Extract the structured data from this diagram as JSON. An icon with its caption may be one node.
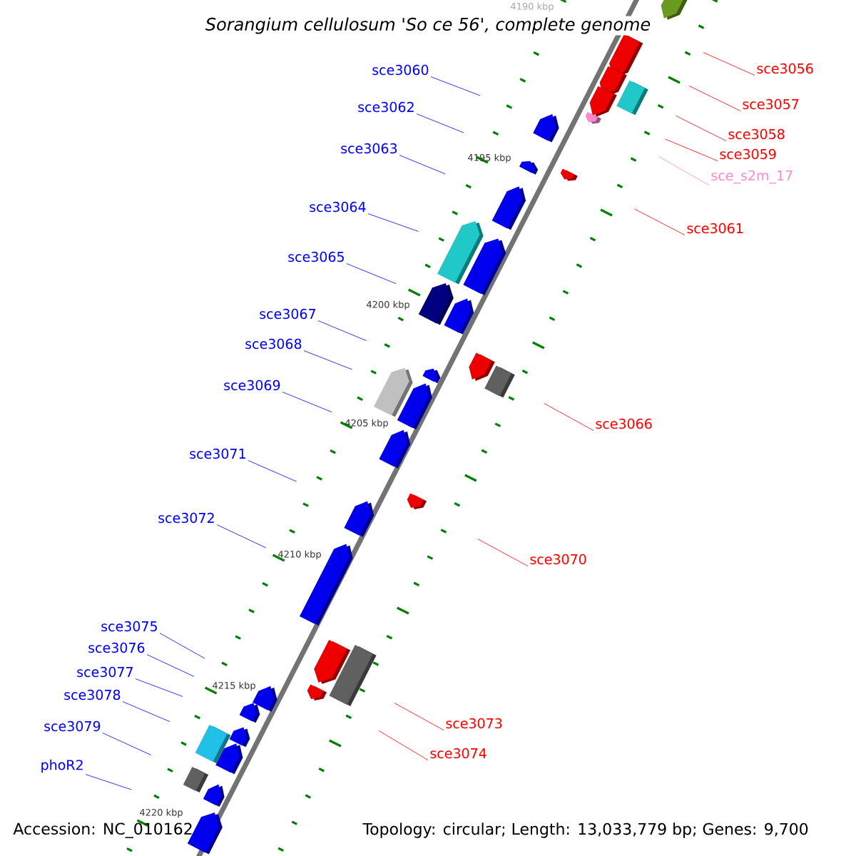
{
  "diagram": {
    "title": "Sorangium cellulosum 'So ce 56', complete genome",
    "nodes": [
      {
        "text": [
          "sce3056"
        ]
      },
      {
        "text": [
          "sce3060"
        ]
      },
      {
        "text": [
          "sce3057"
        ]
      },
      {
        "text": [
          "sce3062"
        ]
      },
      {
        "text": [
          "sce3058"
        ]
      },
      {
        "text": [
          "sce3059"
        ]
      },
      {
        "text": [
          "sce3063"
        ]
      },
      {
        "text": [
          "sce_s2m_17"
        ]
      },
      {
        "text": [
          "sce3064"
        ]
      },
      {
        "text": [
          "sce3061"
        ]
      },
      {
        "text": [
          "sce3065"
        ]
      },
      {
        "text": [
          "sce3067"
        ]
      },
      {
        "text": [
          "sce3068"
        ]
      },
      {
        "text": [
          "sce3069"
        ]
      },
      {
        "text": [
          "sce3066"
        ]
      },
      {
        "text": [
          "sce3071"
        ]
      },
      {
        "text": [
          "sce3072"
        ]
      },
      {
        "text": [
          "sce3070"
        ]
      },
      {
        "text": [
          "sce3075"
        ]
      },
      {
        "text": [
          "sce3076"
        ]
      },
      {
        "text": [
          "sce3077"
        ]
      },
      {
        "text": [
          "sce3078"
        ]
      },
      {
        "text": [
          "sce3073"
        ]
      },
      {
        "text": [
          "sce3079"
        ]
      },
      {
        "text": [
          "sce3074"
        ]
      },
      {
        "text": [
          "phoR2"
        ]
      }
    ],
    "edges": [
      {
        "from": 0,
        "to": null,
        "arrow": "none",
        "color": "#ff0000"
      },
      {
        "from": 1,
        "to": null,
        "arrow": "none"
      },
      {
        "from": 2,
        "to": null,
        "arrow": "none",
        "color": "#ff0000"
      },
      {
        "from": 3,
        "to": null,
        "arrow": "none"
      },
      {
        "from": 4,
        "to": null,
        "arrow": "none",
        "color": "#ff0000"
      },
      {
        "from": 5,
        "to": null,
        "arrow": "none",
        "color": "#ff0000"
      },
      {
        "from": 6,
        "to": null,
        "arrow": "none"
      },
      {
        "from": 7,
        "to": null,
        "arrow": "none",
        "color": "#ff88cc"
      },
      {
        "from": 8,
        "to": null,
        "arrow": "none"
      },
      {
        "from": 9,
        "to": null,
        "arrow": "none",
        "color": "#ff0000"
      },
      {
        "from": 10,
        "to": null,
        "arrow": "none"
      },
      {
        "from": 11,
        "to": null,
        "arrow": "none"
      },
      {
        "from": 12,
        "to": null,
        "arrow": "none"
      },
      {
        "from": 13,
        "to": null,
        "arrow": "none"
      },
      {
        "from": 14,
        "to": null,
        "arrow": "none",
        "color": "#ff0000"
      },
      {
        "from": 15,
        "to": null,
        "arrow": "none"
      },
      {
        "from": 16,
        "to": null,
        "arrow": "none"
      },
      {
        "from": 17,
        "to": null,
        "arrow": "none",
        "color": "#ff0000"
      },
      {
        "from": 18,
        "to": null,
        "arrow": "none"
      },
      {
        "from": 19,
        "to": null,
        "arrow": "none"
      },
      {
        "from": 20,
        "to": null,
        "arrow": "none"
      },
      {
        "from": 21,
        "to": null,
        "arrow": "none"
      },
      {
        "from": 22,
        "to": null,
        "arrow": "none",
        "color": "#ff0000"
      },
      {
        "from": 23,
        "to": null,
        "arrow": "none"
      },
      {
        "from": 24,
        "to": null,
        "arrow": "none",
        "color": "#ff0000"
      },
      {
        "from": 25,
        "to": null,
        "arrow": "none"
      }
    ],
    "labels": [
      "4190 kbp",
      "4195 kbp",
      "4200 kbp",
      "4205 kbp",
      "4210 kbp",
      "4215 kbp",
      "4220 kbp",
      "Accession: NC_010162",
      "Topology: circular; Length: 13,033,779 bp; Genes: 9,700"
    ]
  }
}
